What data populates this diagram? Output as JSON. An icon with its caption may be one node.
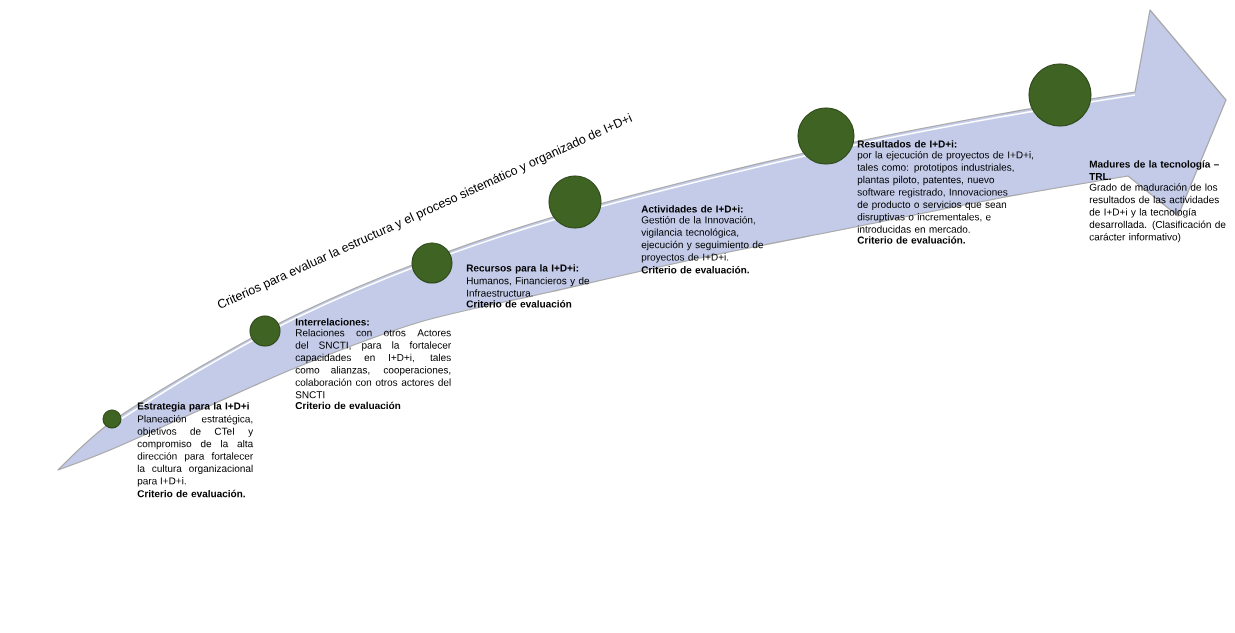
{
  "diagram": {
    "title": "Criterios para evaluar la estructura y el proceso sistemático y organizado de I+D+i",
    "nodes": [
      {
        "text": [],
        "shape": "circle",
        "beside": [
          "Estrategia para la I+D+i",
          "Planeación estratégica, objetivos de CTeI y compromiso de la alta dirección para fortalecer la cultura organizacional para I+D+i.",
          "Criterio de evaluación."
        ]
      },
      {
        "text": [],
        "shape": "circle",
        "beside": [
          "Interrelaciones:",
          "Relaciones con otros Actores del SNCTI, para la fortalecer capacidades en I+D+i, tales como alianzas, cooperaciones, colaboración con otros actores del SNCTI",
          "Criterio de evaluación"
        ]
      },
      {
        "text": [],
        "shape": "circle",
        "beside": [
          "Recursos para la I+D+i:",
          "Humanos, Financieros y de Infraestructura.",
          "Criterio de evaluación"
        ]
      },
      {
        "text": [],
        "shape": "circle",
        "beside": [
          "Actividades de I+D+i:",
          "Gestión de la Innovación, vigilancia tecnológica, ejecución y seguimiento de proyectos de I+D+i.",
          "Criterio de evaluación."
        ]
      },
      {
        "text": [],
        "shape": "circle",
        "beside": [
          "Resultados de I+D+i:",
          "por la ejecución de proyectos de I+D+i, tales como: prototipos industriales, plantas piloto, patentes, nuevo software registrado, Innovaciones de producto o servicios que sean disruptivas o incrementales, e introducidas en mercado.",
          "Criterio de evaluación."
        ]
      },
      {
        "text": [],
        "shape": "circle",
        "beside": [
          "Madures de la tecnología – TRL.",
          "Grado de maduración de los resultados de las actividades de I+D+i y la tecnología desarrollada. (Clasificación de carácter informativo)"
        ]
      }
    ]
  }
}
